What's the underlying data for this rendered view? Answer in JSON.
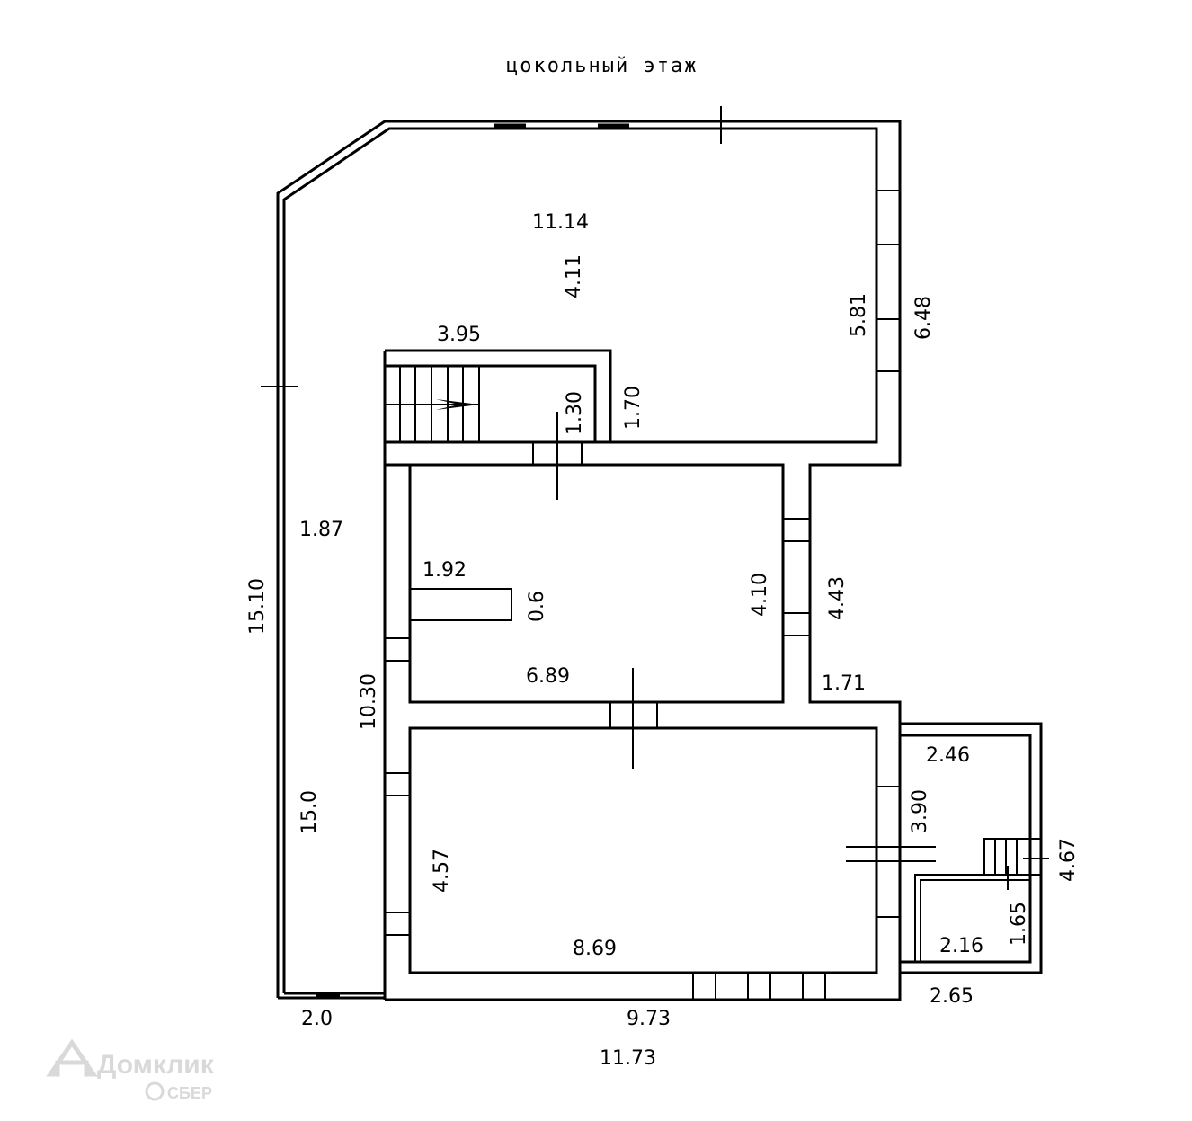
{
  "title": "цокольный этаж",
  "dimensions": {
    "top_width": "11.14",
    "top_height": "4.11",
    "top_right_inner": "5.81",
    "top_right_outer": "6.48",
    "stair_width": "3.95",
    "stair_inner": "1.30",
    "stair_outer": "1.70",
    "left_strip_width": "1.87",
    "left_total": "15.10",
    "left_inner": "15.0",
    "left_wall": "10.30",
    "mid_niche_width": "1.92",
    "mid_niche_depth": "0.6",
    "mid_width": "6.89",
    "mid_height": "4.10",
    "right_passage": "4.43",
    "right_passage_width": "1.71",
    "bottom_height": "4.57",
    "bottom_width": "8.69",
    "bottom_right": "3.90",
    "annex_width": "2.46",
    "annex_height": "4.67",
    "annex_small_height": "1.65",
    "annex_small_width": "2.16",
    "annex_outer_width": "2.65",
    "bottom_left": "2.0",
    "bottom_main": "9.73",
    "total_width": "11.73"
  },
  "watermark": {
    "brand": "Домклик",
    "sub": "СБЕР"
  }
}
